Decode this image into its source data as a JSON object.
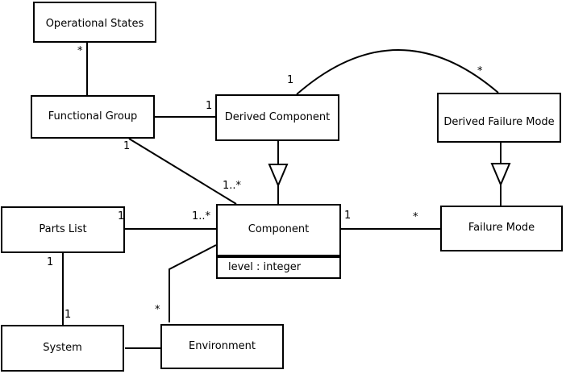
{
  "diagram": {
    "kind": "uml-class-diagram",
    "background_color": "#ffffff",
    "line_color": "#000000",
    "nodes": [
      {
        "id": "operational-states",
        "label": "Operational States"
      },
      {
        "id": "functional-group",
        "label": "Functional Group"
      },
      {
        "id": "derived-component",
        "label": "Derived Component"
      },
      {
        "id": "derived-failure-mode",
        "label": "Derived Failure Mode"
      },
      {
        "id": "parts-list",
        "label": "Parts List"
      },
      {
        "id": "component",
        "label": "Component",
        "attribute": "level : integer"
      },
      {
        "id": "failure-mode",
        "label": "Failure Mode"
      },
      {
        "id": "system",
        "label": "System"
      },
      {
        "id": "environment",
        "label": "Environment"
      }
    ],
    "edges": [
      {
        "from": "operational-states",
        "to": "functional-group",
        "type": "association",
        "from_label": "*"
      },
      {
        "from": "functional-group",
        "to": "derived-component",
        "type": "association",
        "to_label": "1"
      },
      {
        "from": "derived-component",
        "to": "derived-failure-mode",
        "type": "association",
        "shape": "arc",
        "from_label": "1",
        "to_label": "*"
      },
      {
        "from": "derived-component",
        "to": "component",
        "type": "generalization"
      },
      {
        "from": "derived-failure-mode",
        "to": "failure-mode",
        "type": "generalization"
      },
      {
        "from": "functional-group",
        "to": "component",
        "type": "association",
        "from_label": "1",
        "to_label": "1..*"
      },
      {
        "from": "parts-list",
        "to": "component",
        "type": "association",
        "from_label": "1",
        "to_label": "1..*"
      },
      {
        "from": "component",
        "to": "failure-mode",
        "type": "association",
        "from_label": "1",
        "to_label": "*"
      },
      {
        "from": "parts-list",
        "to": "system",
        "type": "association",
        "from_label": "1",
        "to_label": "1"
      },
      {
        "from": "system",
        "to": "environment",
        "type": "association"
      },
      {
        "from": "environment",
        "to": "component",
        "type": "association",
        "from_label": "*"
      }
    ],
    "multiplicities": [
      {
        "text": "*",
        "edge": "operational-states--functional-group",
        "end": "operational-states"
      },
      {
        "text": "1",
        "edge": "functional-group--derived-component",
        "end": "derived-component"
      },
      {
        "text": "1",
        "edge": "derived-component--derived-failure-mode",
        "end": "derived-component"
      },
      {
        "text": "*",
        "edge": "derived-component--derived-failure-mode",
        "end": "derived-failure-mode"
      },
      {
        "text": "1",
        "edge": "functional-group--component",
        "end": "functional-group"
      },
      {
        "text": "1..*",
        "edge": "functional-group--component",
        "end": "component"
      },
      {
        "text": "1",
        "edge": "parts-list--component",
        "end": "parts-list"
      },
      {
        "text": "1..*",
        "edge": "parts-list--component",
        "end": "component"
      },
      {
        "text": "1",
        "edge": "component--failure-mode",
        "end": "component"
      },
      {
        "text": "*",
        "edge": "component--failure-mode",
        "end": "failure-mode"
      },
      {
        "text": "1",
        "edge": "parts-list--system",
        "end": "parts-list"
      },
      {
        "text": "1",
        "edge": "parts-list--system",
        "end": "system"
      },
      {
        "text": "*",
        "edge": "environment--component",
        "end": "environment"
      }
    ]
  }
}
